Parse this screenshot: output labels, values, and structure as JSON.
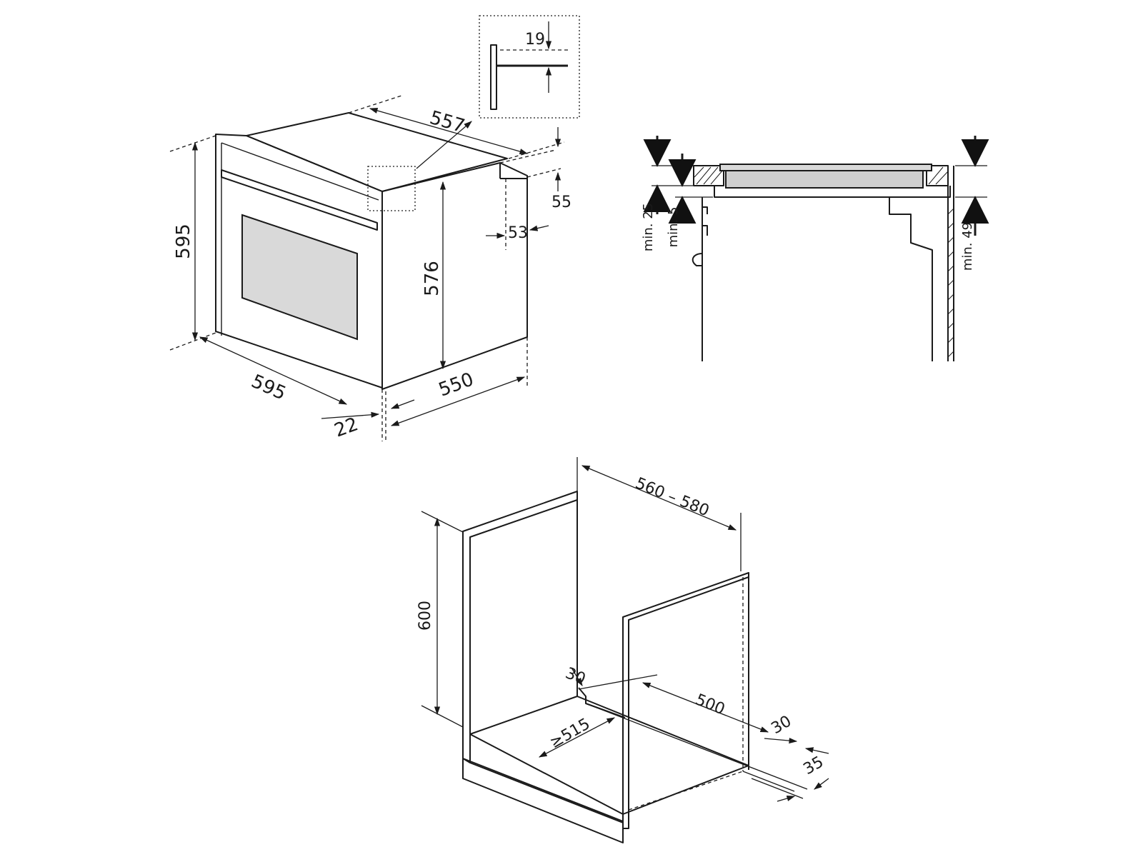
{
  "dimensions": {
    "oven": {
      "height": "595",
      "width": "595",
      "depth_top": "557",
      "body_height": "576",
      "body_depth": "550",
      "front_thickness": "22",
      "top_step": "55",
      "side_step": "53",
      "detail_gap": "19"
    },
    "section": {
      "min_25": "min. 25",
      "min_5": "min. 5",
      "min_49": "min. 49"
    },
    "cabinet": {
      "width_range": "560 – 580",
      "height": "600",
      "depth_500": "500",
      "depth_min": "≥515",
      "back_30": "30",
      "side_30": "30",
      "side_35": "35"
    }
  }
}
